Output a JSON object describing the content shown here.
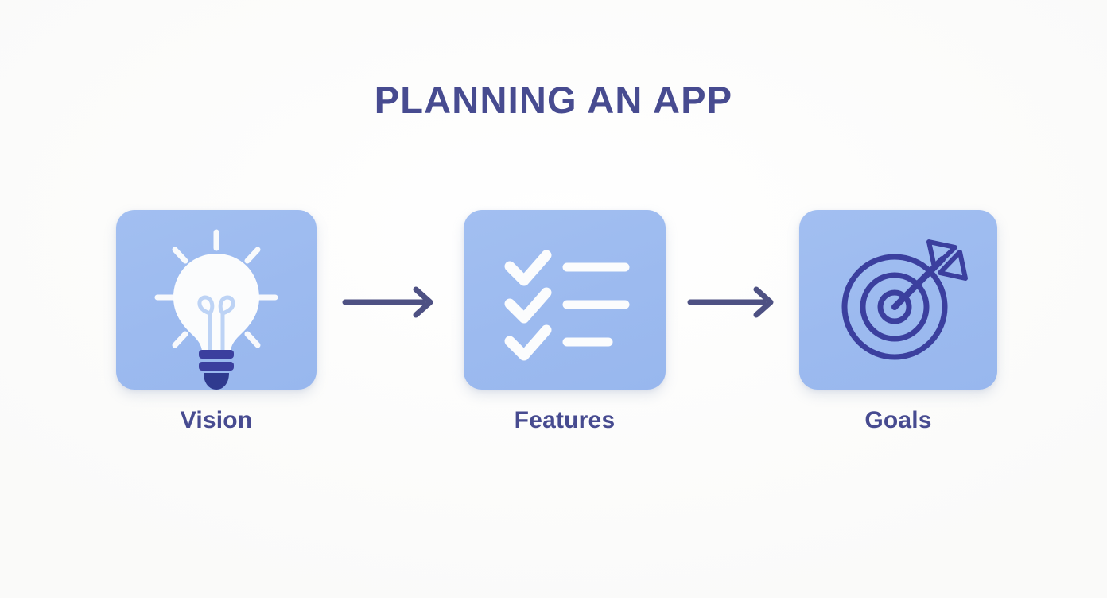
{
  "page": {
    "title": "PLANNING AN APP",
    "background_color": "#fbfbfa",
    "title_color": "#474b90"
  },
  "theme": {
    "card_color": "#9cbaef",
    "icon_white": "#fbfcfd",
    "icon_navy": "#3b3f9e",
    "arrow_color": "#4e5183",
    "label_color": "#474b90"
  },
  "flow": {
    "steps": [
      {
        "label": "Vision",
        "icon": "lightbulb-icon"
      },
      {
        "label": "Features",
        "icon": "checklist-icon"
      },
      {
        "label": "Goals",
        "icon": "target-arrow-icon"
      }
    ],
    "connectors": [
      {
        "name": "arrow-right-icon"
      },
      {
        "name": "arrow-right-icon"
      }
    ]
  }
}
